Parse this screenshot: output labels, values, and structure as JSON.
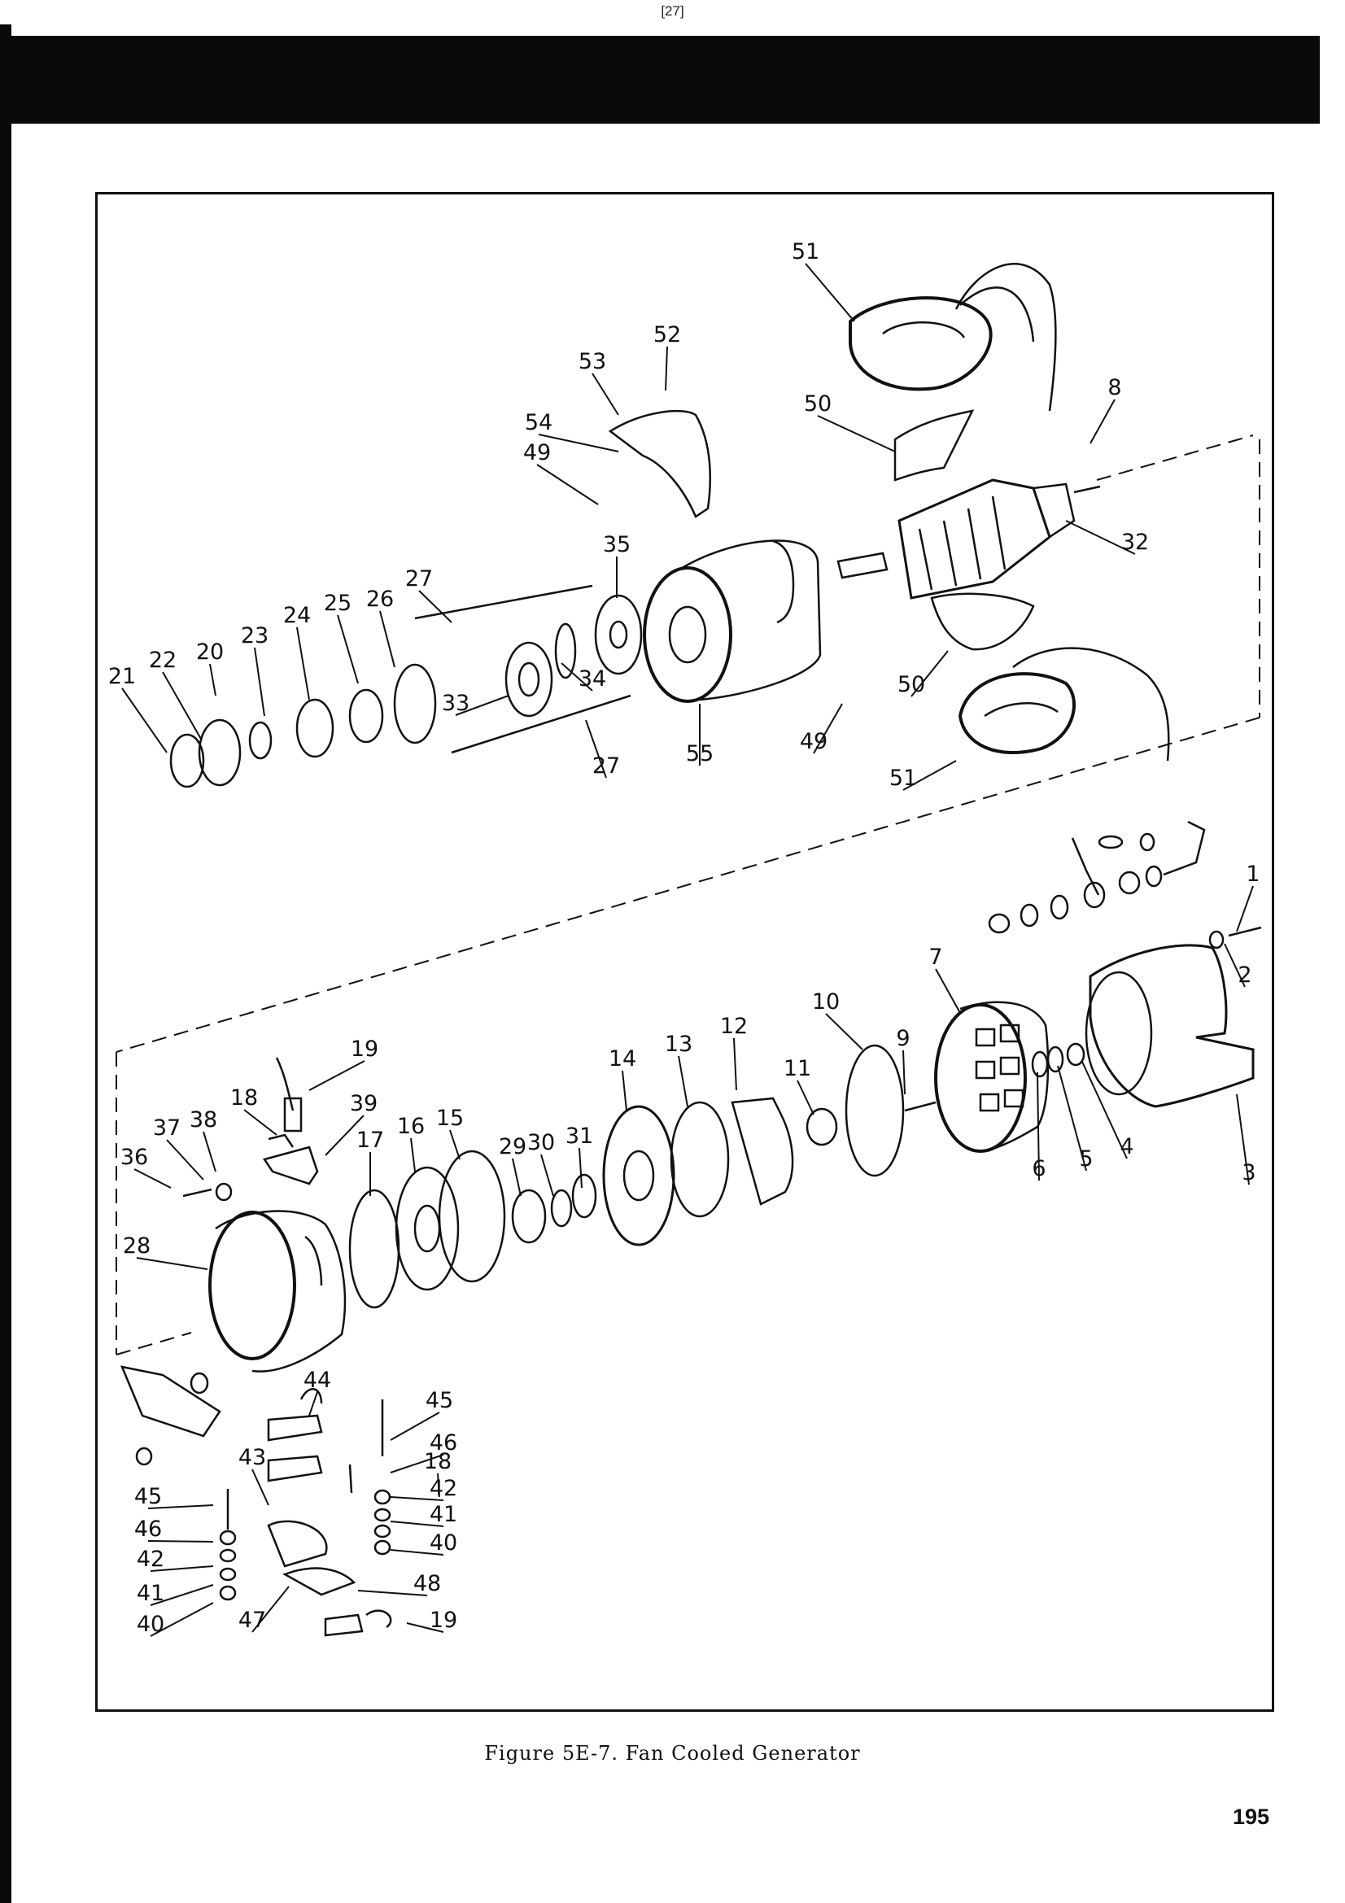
{
  "page": {
    "marker": "[27]",
    "page_number": "195"
  },
  "figure": {
    "caption": "Figure 5E-7. Fan Cooled Generator",
    "callouts": [
      "1",
      "2",
      "3",
      "4",
      "5",
      "6",
      "7",
      "8",
      "9",
      "10",
      "11",
      "12",
      "13",
      "14",
      "15",
      "16",
      "17",
      "18",
      "18",
      "19",
      "19",
      "20",
      "21",
      "22",
      "23",
      "24",
      "25",
      "26",
      "27",
      "27",
      "28",
      "29",
      "30",
      "31",
      "32",
      "33",
      "34",
      "35",
      "36",
      "37",
      "38",
      "39",
      "40",
      "40",
      "41",
      "41",
      "42",
      "42",
      "43",
      "44",
      "45",
      "45",
      "46",
      "46",
      "47",
      "48",
      "49",
      "49",
      "50",
      "50",
      "51",
      "51",
      "52",
      "53",
      "54",
      "55"
    ]
  },
  "icons": {
    "part_drawing": "exploded-view-part-icon",
    "leader": "leader-line-icon"
  },
  "colors": {
    "ink": "#111111",
    "band": "#0a0a0a",
    "paper": "#ffffff"
  }
}
